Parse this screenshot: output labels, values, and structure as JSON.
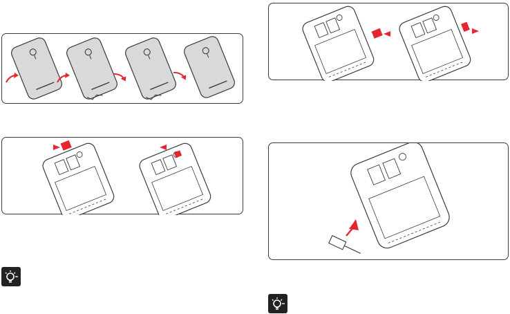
{
  "figures": [
    {
      "id": "remove-back-cover",
      "step_count": 4
    },
    {
      "id": "insert-sim-card",
      "step_count": 2
    },
    {
      "id": "insert-microsd-card",
      "step_count": 2
    },
    {
      "id": "insert-battery",
      "step_count": 1
    }
  ],
  "tip_icons": [
    {
      "icon": "lightbulb-tip-icon"
    },
    {
      "icon": "lightbulb-tip-icon"
    }
  ],
  "colors": {
    "accent_red": "#e3262f",
    "outline": "#3a3a3a",
    "cover_fill": "#d9d9d9",
    "icon_bg": "#222222"
  }
}
